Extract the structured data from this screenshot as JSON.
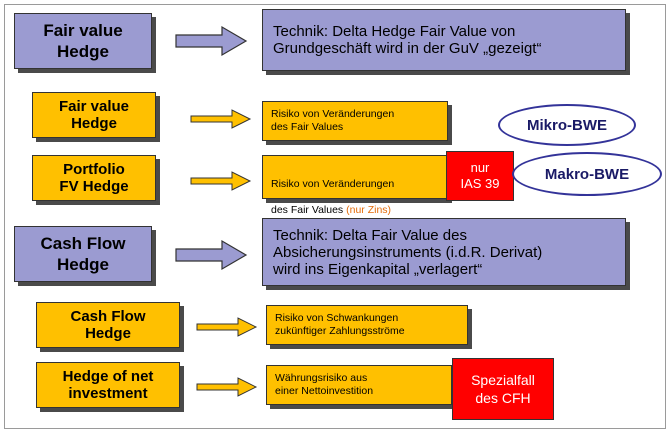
{
  "rows": {
    "fv_main": {
      "label": "Fair value\nHedge",
      "desc": "Technik: Delta Hedge Fair Value von\nGrundgeschäft wird in der GuV „gezeigt“"
    },
    "fv_micro": {
      "label": "Fair value\nHedge",
      "desc": "Risiko von Veränderungen\ndes Fair Values"
    },
    "portfolio": {
      "label": "Portfolio\nFV Hedge",
      "desc_line1": "Risiko von Veränderungen",
      "desc_line2": "des Fair Values",
      "desc_note": "(nur Zins)"
    },
    "cf_main": {
      "label": "Cash Flow\nHedge",
      "desc": "Technik: Delta Fair Value des\nAbsicherungsinstruments (i.d.R. Derivat)\nwird ins Eigenkapital „verlagert“"
    },
    "cf_sub": {
      "label": "Cash Flow\nHedge",
      "desc": "Risiko von Schwankungen\nzukünftiger Zahlungsströme"
    },
    "net_investment": {
      "label": "Hedge of net\ninvestment",
      "desc": "Währungsrisiko aus\neiner Nettoinvestition"
    }
  },
  "tags": {
    "ias39": "nur\nIAS 39",
    "spezialfall": "Spezialfall\ndes CFH"
  },
  "ovals": {
    "mikro": "Mikro-BWE",
    "makro": "Makro-BWE"
  },
  "colors": {
    "purple": "#9b9bd1",
    "gold": "#ffc000",
    "red": "#ff0000",
    "oval_border": "#333399",
    "note": "#e46c0a"
  }
}
